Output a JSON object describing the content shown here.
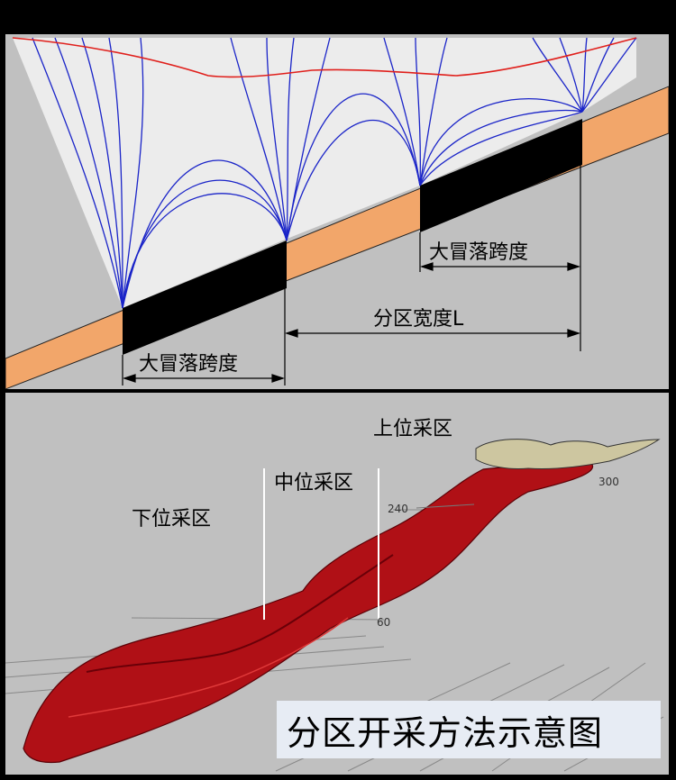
{
  "top_diagram": {
    "caving_span_label_upper": "大冒落跨度",
    "zone_width_label": "分区宽度L",
    "caving_span_label_lower": "大冒落跨度"
  },
  "bottom_diagram": {
    "upper_zone_label": "上位采区",
    "middle_zone_label": "中位采区",
    "lower_zone_label": "下位采区",
    "ticks": [
      "300",
      "240",
      "60"
    ]
  },
  "caption": "分区开采方法示意图",
  "colors": {
    "background": "#000000",
    "panel": "#c0c0c0",
    "rock": "#f2a66a",
    "mined": "#000000",
    "subsidence_curves": "#1a24c8",
    "surface_curve": "#e0201c",
    "orebody": "#b01016",
    "surface_block": "#cdc6a0"
  }
}
